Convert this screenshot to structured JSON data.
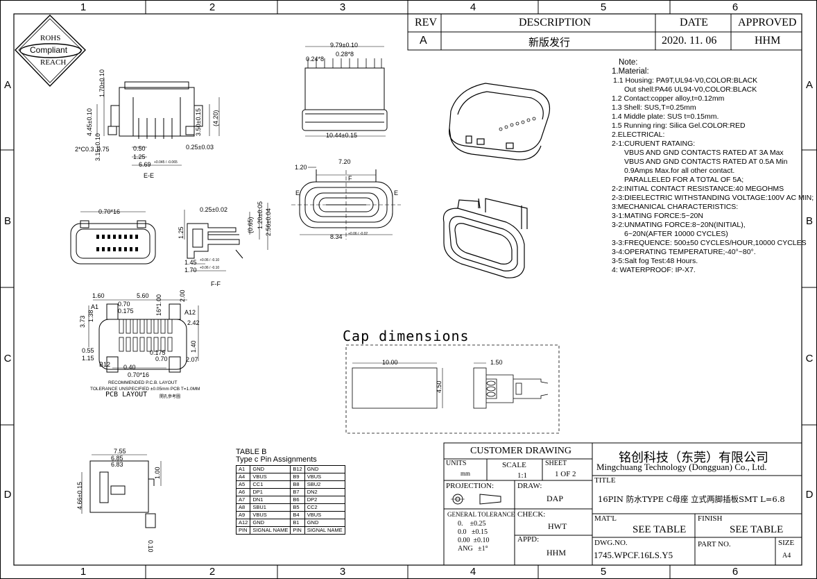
{
  "grid": {
    "columns": [
      "1",
      "2",
      "3",
      "4",
      "5",
      "6"
    ],
    "rows": [
      "A",
      "B",
      "C",
      "D"
    ]
  },
  "stamp": {
    "line1": "ROHS",
    "line2": "Compliant",
    "line3": "REACH"
  },
  "revision": {
    "headers": {
      "rev": "REV",
      "description": "DESCRIPTION",
      "date": "DATE",
      "approved": "APPROVED"
    },
    "row": {
      "rev": "A",
      "description": "新版发行",
      "date": "2020. 11. 06",
      "approved": "HHM"
    }
  },
  "notes": [
    "Note:",
    "1.Material:",
    "1.1  Housing:  PA9T,UL94-V0,COLOR:BLACK",
    "Out shell:PA46  UL94-V0,COLOR:BLACK",
    "1.2  Contact:copper  alloy,t=0.12mm",
    "1.3  Shell:  SUS,T=0.25mm",
    "1.4  Middle plate:  SUS  t=0.15mm.",
    "1.5  Running ring:  Silica Gel.COLOR:RED",
    "2.ELECTRICAL:",
    "2-1:CURUENT  RATAING:",
    "VBUS  AND  GND  CONTACTS  RATED  AT  3A  Max",
    "VBUS  AND  GND  CONTACTS  RATED  AT  0.5A  Min",
    "0.9Amps  Max.for  all  other  contact.",
    "PARALLELED  FOR  A  TOTAL  OF  5A;",
    "2-2:INITIAL  CONTACT  RESISTANCE:40  MEGOHMS",
    "2-3:DIEELECTRIC  WITHSTANDING  VOLTAGE:100V  AC  MIN;",
    "3:MECHANICAL  CHARACTERISTICS:",
    "3-1:MATING  FORCE:5~20N",
    "3-2:UNMATING  FORCE:8~20N(INITIAL),",
    "6~20N(AFTER  10000  CYCLES)",
    "3-3:FREQUENCE:  500±50  CYCLES/HOUR,10000  CYCLES",
    "3-4:OPERATING  TEMPERATURE;-40°~80°.",
    "3-5:Salt fog Test:48 Hours.",
    "4:  WATERPROOF:  IP-X7."
  ],
  "views": {
    "ee_label": "E-E",
    "ff_label": "F-F",
    "cap_title": "Cap  dimensions",
    "pcb_title": "RECOMMENDED  P.C.B.  LAYOUT",
    "pcb_tol": "TOLERANCE  UNSPECIFIED  ±0.05mm  PCB  T=1.0MM",
    "pcb_sub": "PCB  LAYOUT",
    "pcb_sub_cn": "開孔參考圖"
  },
  "dims": {
    "top1": "9.79±0.10",
    "top2": "0.28*8",
    "top3": "0.24*8",
    "top4": "10.44±0.15",
    "ee1": "1.70±0.10",
    "ee2": "4.45±0.10",
    "ee3": "3.50±0.15",
    "ee4": "(4.20)",
    "ee5": "3.15±0.10",
    "ee6": "2*C0.3",
    "ee7": "0.75",
    "ee8": "0.50",
    "ee9": "1.25",
    "ee10": "6.69",
    "ee10b": "+0.045 / -0.065",
    "ee11": "0.25±0.03",
    "mid1": "1.20",
    "mid2": "7.20",
    "mid3": "8.34",
    "mid3b": "+0.06 / -0.02",
    "mid_f": "F",
    "mid_e": "E",
    "b1": "0.70*16",
    "ff1": "0.25±0.02",
    "ff2": "1.25",
    "ff3": "(0.65)",
    "ff4": "1.20±0.05",
    "ff5": "2.56±0.04",
    "ff6": "1.45",
    "ff6b": "+0.06 / -0.10",
    "ff7": "1.70",
    "ff7b": "+0.06 / -0.10",
    "pcb1": "1.60",
    "pcb2": "5.60",
    "pcb3": "0.70",
    "pcb4": "0.175",
    "pcb5": "16*1.00",
    "pcb6": "2.00",
    "pcb7": "A1",
    "pcb8": "A12",
    "pcb9": "3.73",
    "pcb10": "1.38",
    "pcb11": "2.42",
    "pcb12": "0.55",
    "pcb13": "1.15",
    "pcb14": "B12",
    "pcb15": "0.40",
    "pcb16": "0.70*16",
    "pcb17": "0.175",
    "pcb18": "0.70",
    "pcb19": "1.40",
    "pcb20": "2.07",
    "d1": "7.55",
    "d2": "6.85",
    "d3": "6.83",
    "d4": "4.66±0.15",
    "d5": "1.00",
    "d6": "0.10",
    "cap1": "10.00",
    "cap2": "4.50",
    "cap3": "1.50"
  },
  "table_b": {
    "title": "TABLE  B",
    "subtitle": "Type  c  Pin  Assignments",
    "rows": [
      [
        "A1",
        "GND",
        "B12",
        "GND"
      ],
      [
        "A4",
        "VBUS",
        "B9",
        "VBUS"
      ],
      [
        "A5",
        "CC1",
        "B8",
        "SBU2"
      ],
      [
        "A6",
        "DP1",
        "B7",
        "DN2"
      ],
      [
        "A7",
        "DN1",
        "B6",
        "DP2"
      ],
      [
        "A8",
        "SBU1",
        "B5",
        "CC2"
      ],
      [
        "A9",
        "VBUS",
        "B4",
        "VBUS"
      ],
      [
        "A12",
        "GND",
        "B1",
        "GND"
      ],
      [
        "PIN",
        "SIGNAL NAME",
        "PIN",
        "SIGNAL NAME"
      ]
    ]
  },
  "title_block": {
    "customer_drawing": "CUSTOMER  DRAWING",
    "company_cn": "铭创科技（东莞）有限公司",
    "company_en": "Mingchuang Technology (Dongguan) Co., Ltd.",
    "units_label": "UNITS",
    "units_value": "mm",
    "scale_label": "SCALE",
    "scale_value": "1:1",
    "sheet_label": "SHEET",
    "sheet_value": "1 OF 2",
    "title_label": "TITLE",
    "title_value": "16PIN  防水TYPE  C母座  立式两脚插板SMT  L=6.8",
    "projection_label": "PROJECTION:",
    "draw_label": "DRAW:",
    "draw_value": "DAP",
    "check_label": "CHECK:",
    "check_value": "HWT",
    "appd_label": "APPD:",
    "appd_value": "HHM",
    "tol_label": "GENERAL  TOLERANCE",
    "tol1": "0.    ±0.25",
    "tol2": "0.0   ±0.15",
    "tol3": "0.00  ±0.10",
    "tol4": "ANG   ±1°",
    "matl_label": "MAT'L",
    "matl_value": "SEE  TABLE",
    "finish_label": "FINISH",
    "finish_value": "SEE  TABLE",
    "dwg_label": "DWG.NO.",
    "dwg_value": "1745.WPCF.16LS.Y5",
    "part_label": "PART  NO.",
    "size_label": "SIZE",
    "size_value": "A4"
  }
}
